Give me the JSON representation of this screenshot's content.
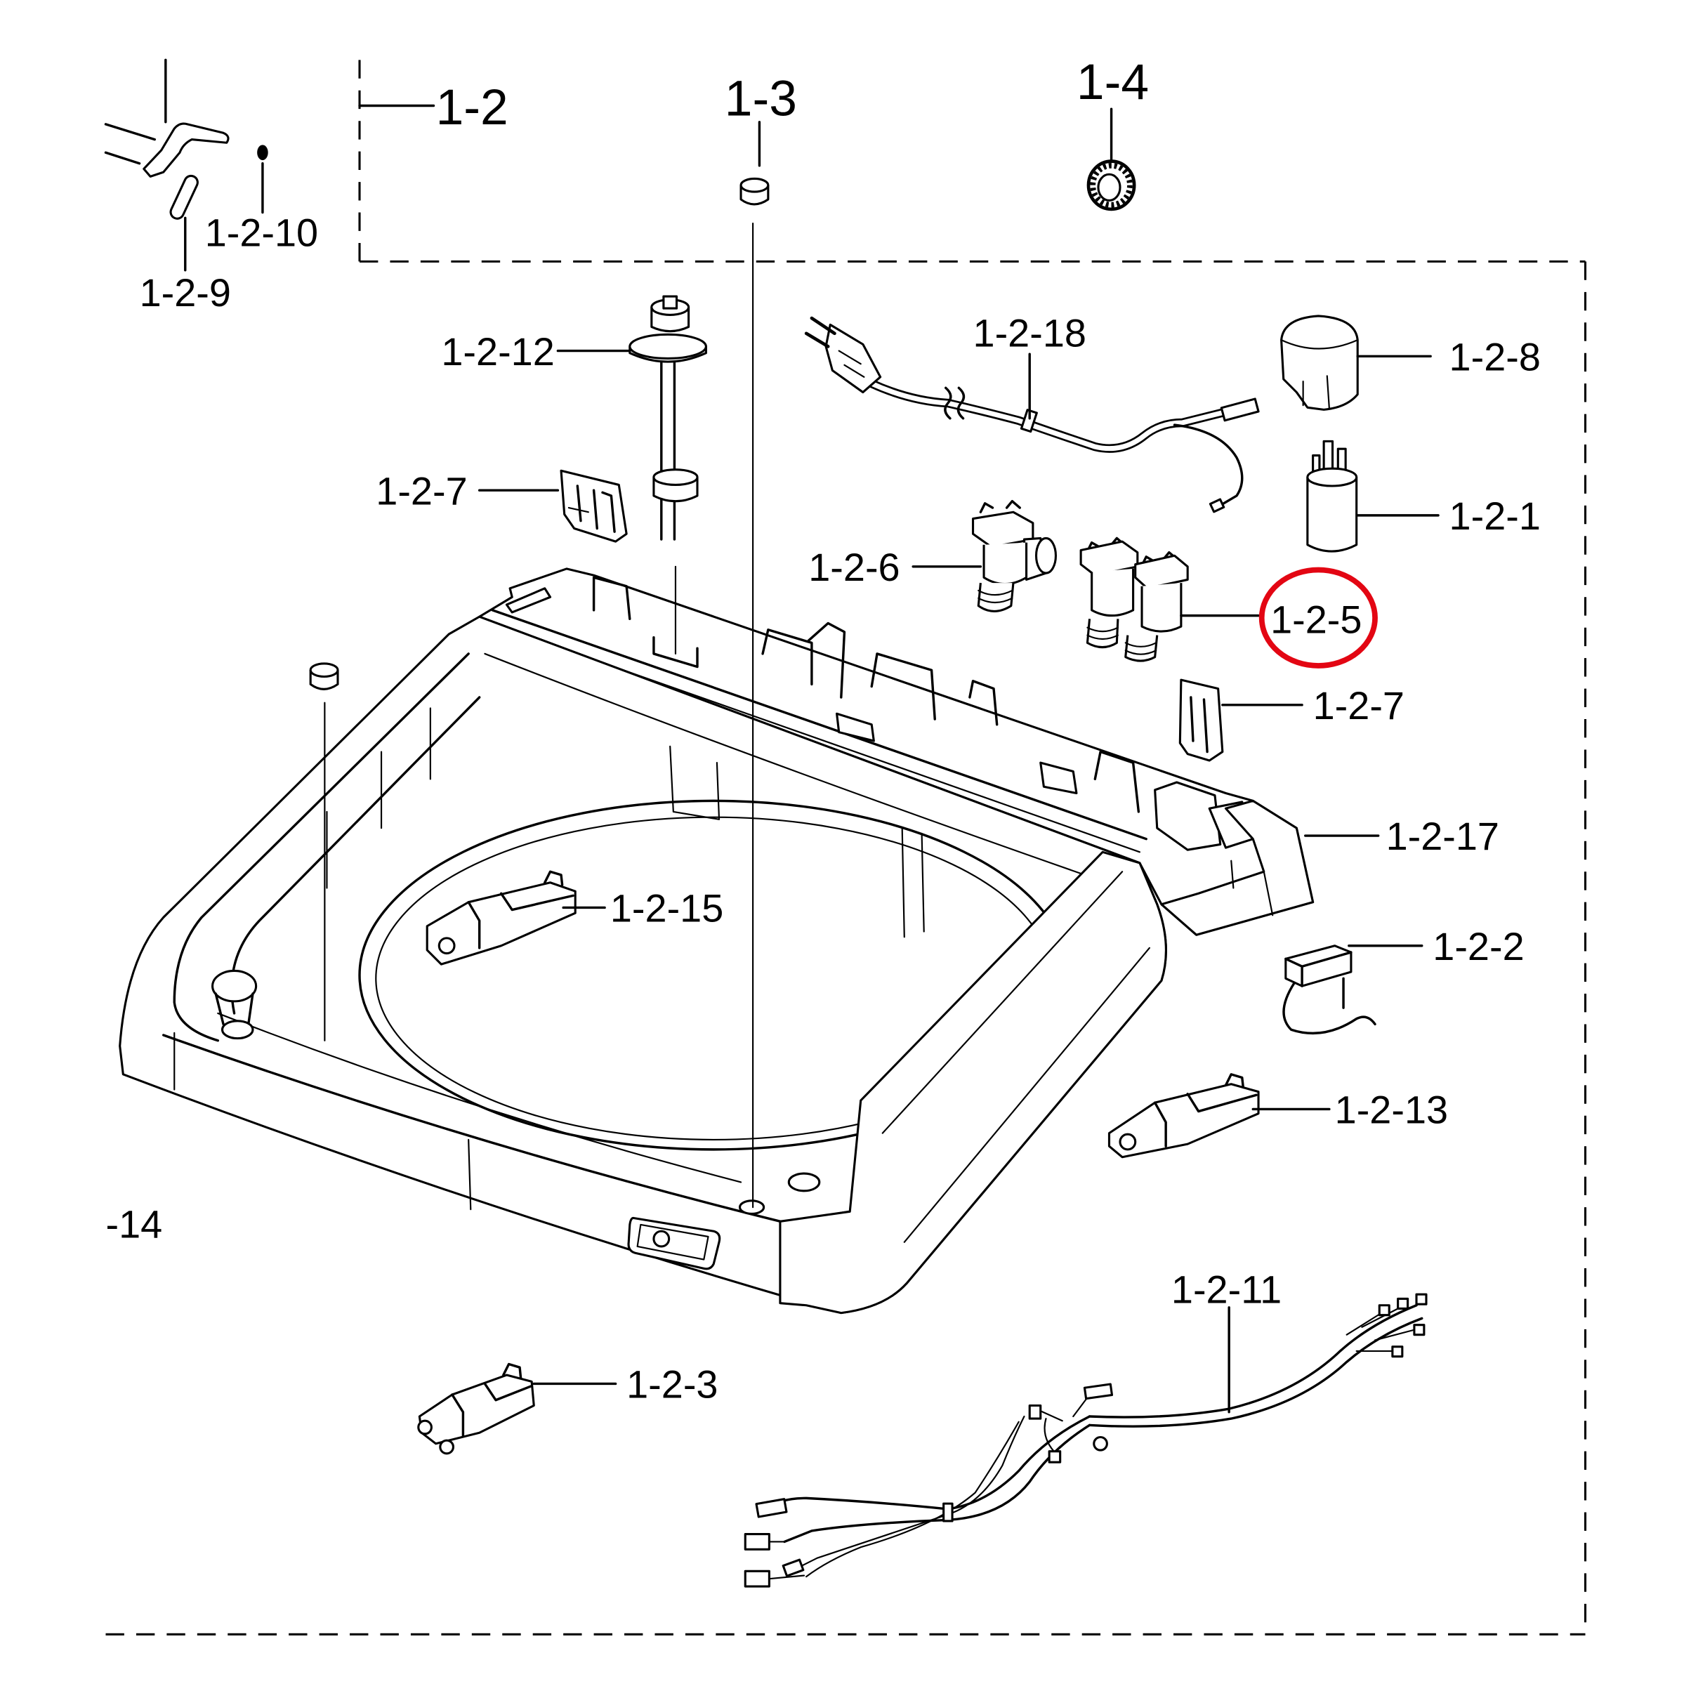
{
  "callouts": [
    "1-2",
    "1-3",
    "1-4",
    "1-2-10",
    "1-2-9",
    "1-2-12",
    "1-2-18",
    "1-2-8",
    "1-2-7",
    "1-2-1",
    "1-2-6",
    "1-2-5",
    "1-2-7",
    "1-2-17",
    "1-2-15",
    "1-2-2",
    "1-2-13",
    "-14",
    "1-2-11",
    "1-2-3"
  ],
  "colors": {
    "line": "#000000",
    "highlight": "#e30613",
    "background": "#ffffff"
  }
}
